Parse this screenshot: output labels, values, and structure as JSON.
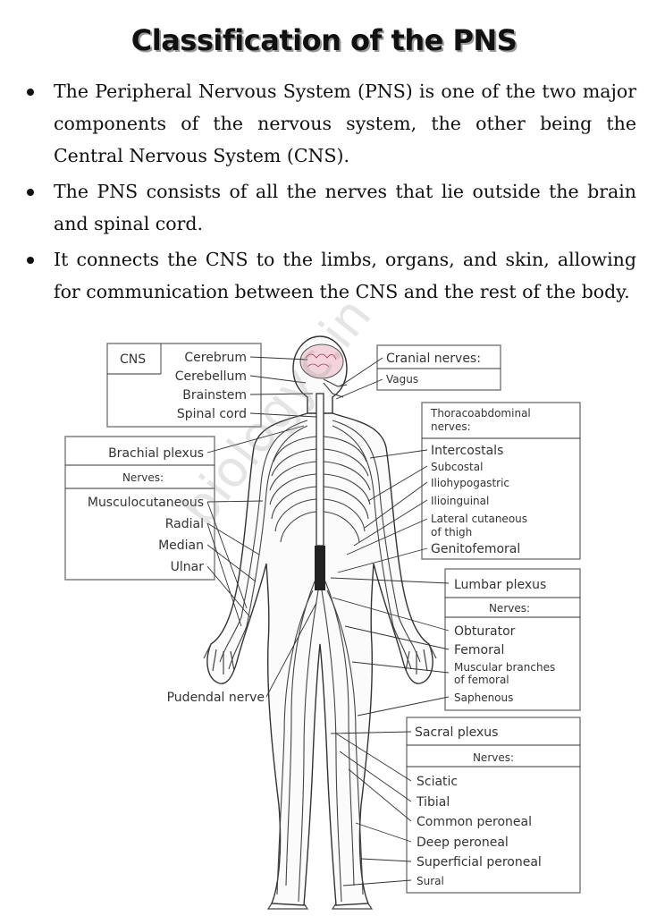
{
  "title": "Classification of the PNS",
  "bullets": [
    "The Peripheral Nervous System (PNS) is one of the two major components of the nervous system, the other being the Central Nervous System (CNS).",
    "The PNS consists of all the nerves that lie outside the brain and spinal cord.",
    "It connects the CNS to the limbs, organs, and skin, allowing for communication between the CNS and the rest of the body."
  ],
  "watermark": "biologyc.in",
  "diagram": {
    "cns": {
      "header": "CNS",
      "items": [
        "Cerebrum",
        "Cerebellum",
        "Brainstem",
        "Spinal cord"
      ]
    },
    "cranial": {
      "header": "Cranial nerves:",
      "items": [
        "Vagus"
      ]
    },
    "thoracoabdominal": {
      "header_lines": [
        "Thoracoabdominal",
        "nerves:"
      ],
      "items": [
        "Intercostals",
        "Subcostal",
        "Iliohypogastric",
        "Ilioinguinal",
        "Lateral cutaneous",
        "of thigh",
        "Genitofemoral"
      ]
    },
    "brachial": {
      "header": "Brachial plexus",
      "subheader": "Nerves:",
      "items": [
        "Musculocutaneous",
        "Radial",
        "Median",
        "Ulnar"
      ]
    },
    "lumbar": {
      "header": "Lumbar plexus",
      "subheader": "Nerves:",
      "items": [
        "Obturator",
        "Femoral",
        "Muscular branches",
        "of femoral",
        "Saphenous"
      ]
    },
    "pudendal": "Pudendal nerve",
    "sacral": {
      "header": "Sacral plexus",
      "subheader": "Nerves:",
      "items": [
        "Sciatic",
        "Tibial",
        "Common peroneal",
        "Deep peroneal",
        "Superficial peroneal",
        "Sural"
      ]
    }
  }
}
